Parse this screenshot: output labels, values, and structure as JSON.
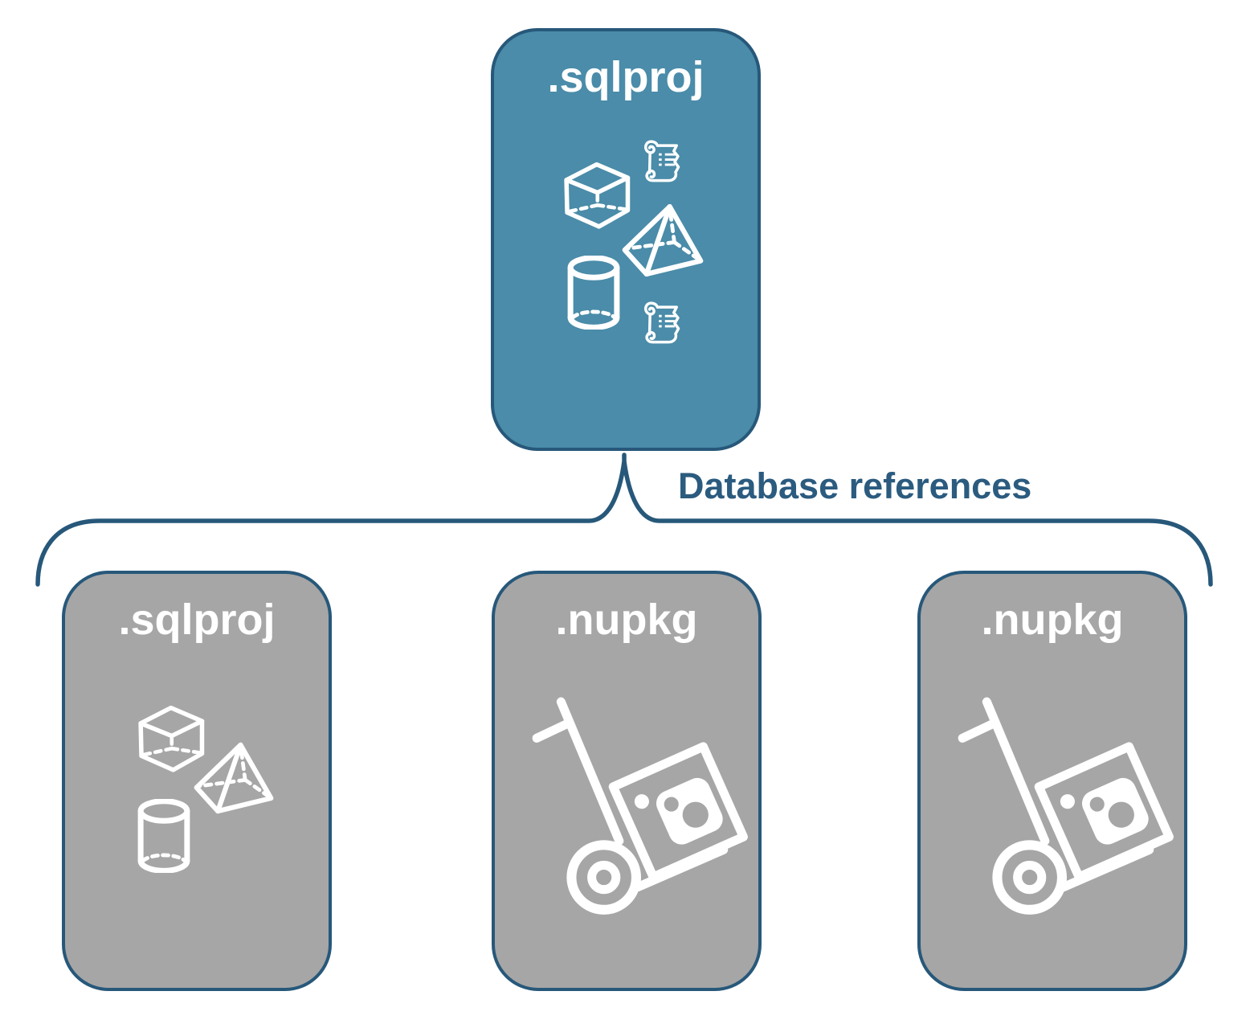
{
  "diagram": {
    "root_card": {
      "label": ".sqlproj",
      "icons": [
        "sql-script-icon",
        "cube-icon",
        "pyramid-icon",
        "cylinder-icon",
        "sql-script-icon"
      ]
    },
    "connector": {
      "label": "Database references"
    },
    "child_cards": [
      {
        "label": ".sqlproj",
        "icons": [
          "cube-icon",
          "pyramid-icon",
          "cylinder-icon"
        ]
      },
      {
        "label": ".nupkg",
        "icons": [
          "nuget-package-handtruck-icon"
        ]
      },
      {
        "label": ".nupkg",
        "icons": [
          "nuget-package-handtruck-icon"
        ]
      }
    ],
    "colors": {
      "root_fill": "#4A8CA9",
      "child_fill": "#A6A6A6",
      "outline": "#27587A",
      "connector_text": "#2B5B7F",
      "card_text": "#FFFFFF",
      "icon_color": "#FFFFFF"
    }
  }
}
